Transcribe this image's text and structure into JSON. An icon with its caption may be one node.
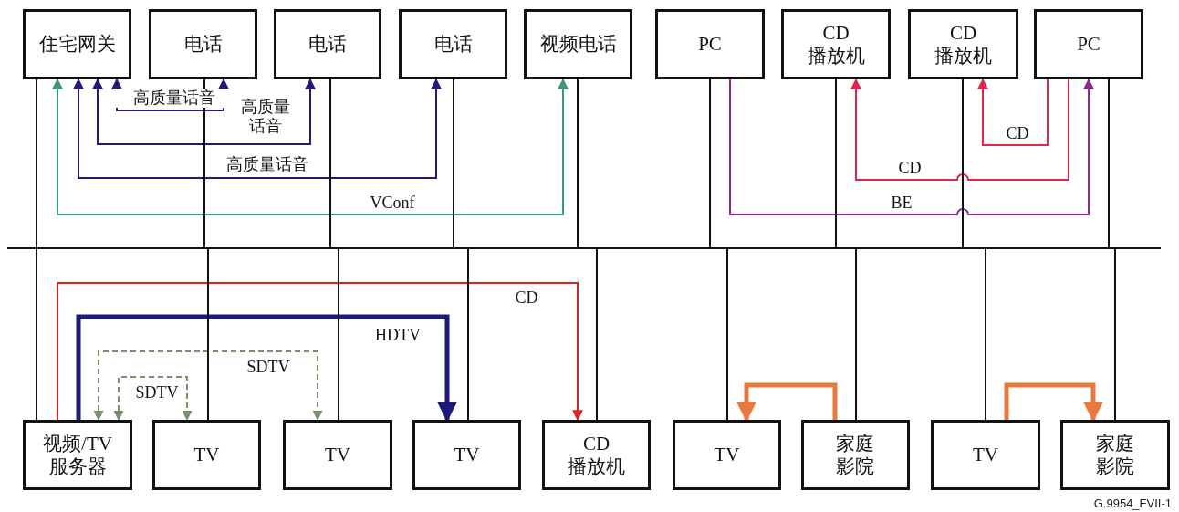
{
  "diagram": {
    "nodes": [
      {
        "text": [
          "住宅网关"
        ]
      },
      {
        "text": [
          "电话"
        ]
      },
      {
        "text": [
          "电话"
        ]
      },
      {
        "text": [
          "电话"
        ]
      },
      {
        "text": [
          "视频电话"
        ]
      },
      {
        "text": [
          "PC"
        ]
      },
      {
        "text": [
          "CD 播放机"
        ]
      },
      {
        "text": [
          "CD 播放机"
        ]
      },
      {
        "text": [
          "PC"
        ]
      },
      {
        "text": [
          "视频/TV服务器"
        ]
      },
      {
        "text": [
          "TV"
        ]
      },
      {
        "text": [
          "TV"
        ]
      },
      {
        "text": [
          "TV"
        ]
      },
      {
        "text": [
          "CD 播放机"
        ]
      },
      {
        "text": [
          "TV"
        ]
      },
      {
        "text": [
          "家庭影院"
        ]
      },
      {
        "text": [
          "TV"
        ]
      },
      {
        "text": [
          "家庭影院"
        ]
      },
      {
        "text": [],
        "shape": "bar"
      }
    ],
    "edges": [
      {
        "from": 0,
        "to": 1,
        "arrow": "both",
        "label": "高质量话音",
        "color": "#1e1a78"
      },
      {
        "from": 0,
        "to": 2,
        "arrow": "both",
        "label": "高质量话音",
        "color": "#1e1a78"
      },
      {
        "from": 0,
        "to": 3,
        "arrow": "both",
        "label": "高质量话音",
        "color": "#1e1a78"
      },
      {
        "from": 0,
        "to": 4,
        "arrow": "both",
        "label": "VConf",
        "color": "#3a9a70"
      },
      {
        "from": 5,
        "to": 8,
        "arrow": "to",
        "label": "BE",
        "color": "#8e2a8e"
      },
      {
        "from": 8,
        "to": 6,
        "arrow": "to",
        "label": "CD",
        "color": "#e2244e"
      },
      {
        "from": 8,
        "to": 7,
        "arrow": "to",
        "label": "CD",
        "color": "#e2244e"
      },
      {
        "from": 9,
        "to": 13,
        "arrow": "to",
        "label": "CD",
        "color": "#e02020"
      },
      {
        "from": 9,
        "to": 12,
        "arrow": "to",
        "label": "HDTV",
        "style": "thick",
        "color": "#1e1a78"
      },
      {
        "from": 9,
        "to": 11,
        "arrow": "both",
        "label": "SDTV",
        "style": "dashed",
        "color": "#7a8f6a"
      },
      {
        "from": 9,
        "to": 10,
        "arrow": "both",
        "label": "SDTV",
        "style": "dashed",
        "color": "#7a8f6a"
      },
      {
        "from": 15,
        "to": 14,
        "arrow": "to",
        "style": "thick",
        "color": "#e8783c"
      },
      {
        "from": 16,
        "to": 17,
        "arrow": "to",
        "style": "thick",
        "color": "#e8783c"
      },
      {
        "from": 0,
        "to": 18,
        "arrow": "none"
      },
      {
        "from": 1,
        "to": 18,
        "arrow": "none"
      },
      {
        "from": 2,
        "to": 18,
        "arrow": "none"
      },
      {
        "from": 3,
        "to": 18,
        "arrow": "none"
      },
      {
        "from": 4,
        "to": 18,
        "arrow": "none"
      },
      {
        "from": 5,
        "to": 18,
        "arrow": "none"
      },
      {
        "from": 6,
        "to": 18,
        "arrow": "none"
      },
      {
        "from": 7,
        "to": 18,
        "arrow": "none"
      },
      {
        "from": 8,
        "to": 18,
        "arrow": "none"
      },
      {
        "from": 9,
        "to": 18,
        "arrow": "none"
      },
      {
        "from": 10,
        "to": 18,
        "arrow": "none"
      },
      {
        "from": 11,
        "to": 18,
        "arrow": "none"
      },
      {
        "from": 12,
        "to": 18,
        "arrow": "none"
      },
      {
        "from": 13,
        "to": 18,
        "arrow": "none"
      },
      {
        "from": 14,
        "to": 18,
        "arrow": "none"
      },
      {
        "from": 15,
        "to": 18,
        "arrow": "none"
      },
      {
        "from": 16,
        "to": 18,
        "arrow": "none"
      },
      {
        "from": 17,
        "to": 18,
        "arrow": "none"
      }
    ],
    "labels": [
      "G.9954_FVII-1"
    ]
  }
}
